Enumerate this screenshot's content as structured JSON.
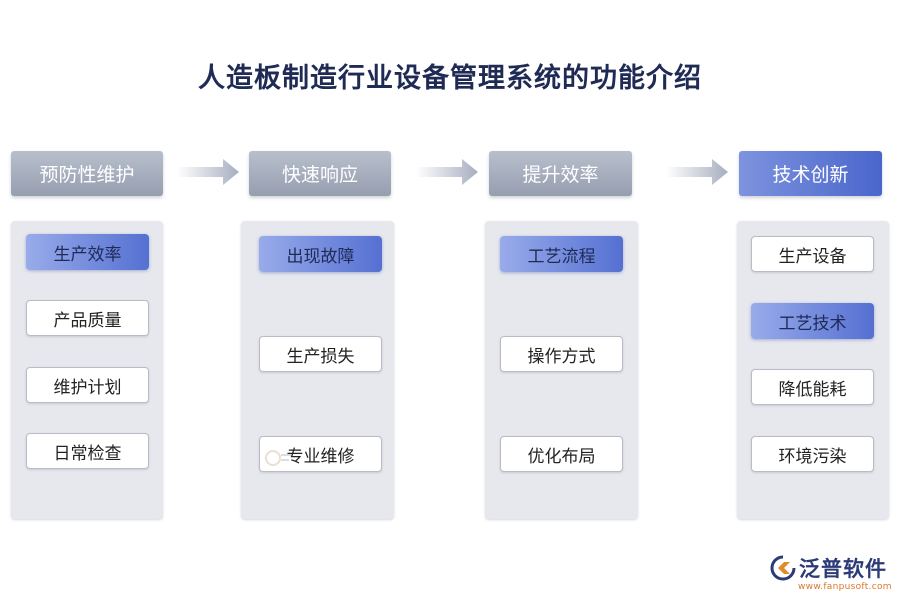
{
  "title": "人造板制造行业设备管理系统的功能介绍",
  "columns": [
    {
      "header": "预防性维护",
      "items": [
        "生产效率",
        "产品质量",
        "维护计划",
        "日常检查"
      ],
      "active_item": 0
    },
    {
      "header": "快速响应",
      "items": [
        "出现故障",
        "生产损失",
        "专业维修"
      ],
      "active_item": 0
    },
    {
      "header": "提升效率",
      "items": [
        "工艺流程",
        "操作方式",
        "优化布局"
      ],
      "active_item": 0
    },
    {
      "header": "技术创新",
      "items": [
        "生产设备",
        "工艺技术",
        "降低能耗",
        "环境污染"
      ],
      "active_item": 1
    }
  ],
  "logo": {
    "name": "泛普软件",
    "url": "www.fanpusoft.com",
    "icon": "fanpu-logo-icon"
  },
  "colors": {
    "title": "#1f2a55",
    "header_gray": "#a3aabb",
    "header_blue": "#5570d2",
    "active_item": "#6f86dc",
    "panel": "#e6e8ed"
  }
}
